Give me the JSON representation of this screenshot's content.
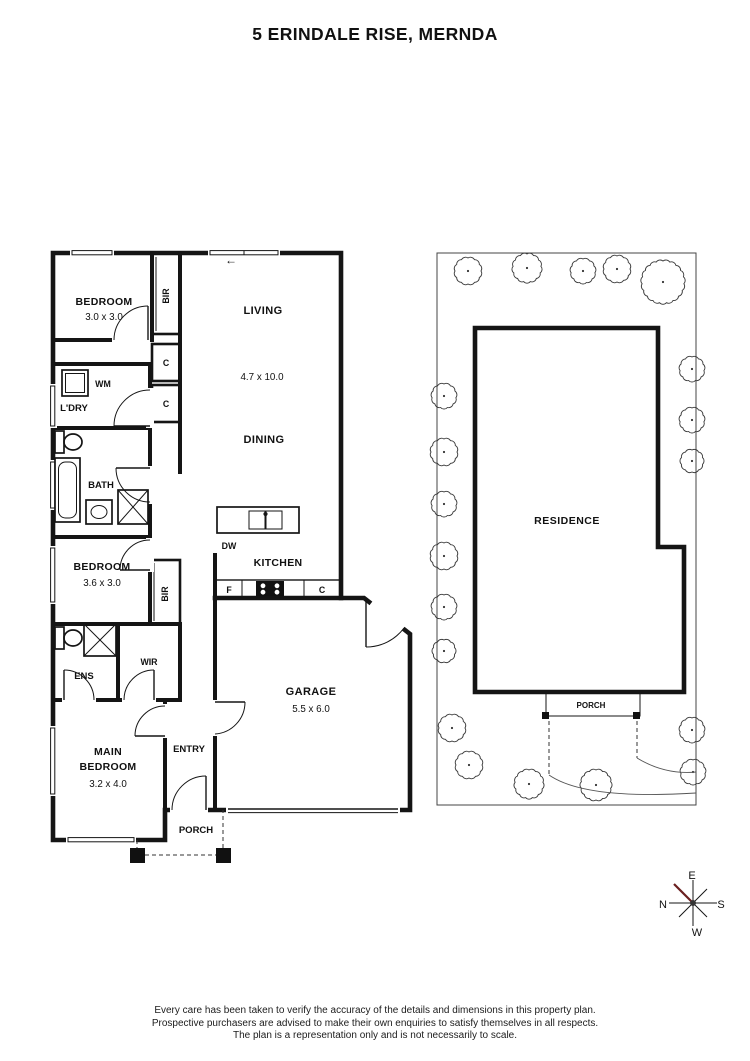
{
  "title": "5 ERINDALE RISE, MERNDA",
  "floorplan": {
    "bedroom1": {
      "name": "BEDROOM",
      "dims": "3.0 x 3.0"
    },
    "living": {
      "name": "LIVING",
      "dims": "4.7 x 10.0"
    },
    "dining": {
      "name": "DINING"
    },
    "laundry": {
      "name": "L'DRY"
    },
    "bath": {
      "name": "BATH"
    },
    "bedroom2": {
      "name": "BEDROOM",
      "dims": "3.6 x 3.0"
    },
    "kitchen": {
      "name": "KITCHEN"
    },
    "ens": {
      "name": "ENS"
    },
    "wir": {
      "name": "WIR"
    },
    "main_bedroom": {
      "name1": "MAIN",
      "name2": "BEDROOM",
      "dims": "3.2 x 4.0"
    },
    "entry": {
      "name": "ENTRY"
    },
    "garage": {
      "name": "GARAGE",
      "dims": "5.5 x 6.0"
    },
    "porch": {
      "name": "PORCH"
    },
    "labels": {
      "bir": "BIR",
      "cupboard": "C",
      "wm": "WM",
      "dw": "DW",
      "fridge": "F"
    }
  },
  "siteplan": {
    "residence": "RESIDENCE",
    "porch": "PORCH"
  },
  "compass": {
    "n": "N",
    "e": "E",
    "s": "S",
    "w": "W"
  },
  "icons": {
    "arrow_left": "←"
  },
  "disclaimer": {
    "line1": "Every care has been taken to verify the accuracy of the details and dimensions in this property plan.",
    "line2": "Prospective purchasers are advised to make their own enquiries to satisfy themselves in all respects.",
    "line3": "The plan is a representation only and is not necessarily to scale."
  }
}
